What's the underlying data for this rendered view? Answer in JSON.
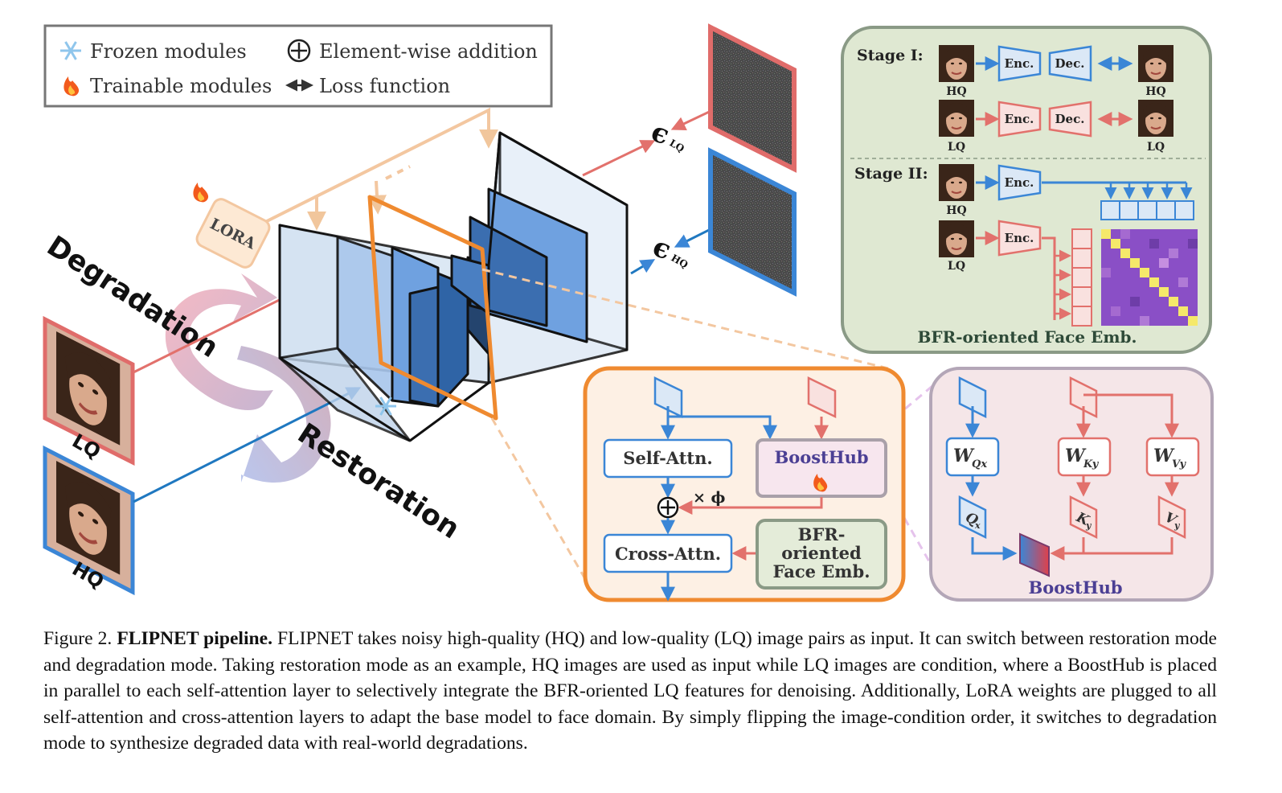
{
  "legend": {
    "frozen": "Frozen modules",
    "trainable": "Trainable modules",
    "addition": "Element-wise addition",
    "loss": "Loss function"
  },
  "pipeline": {
    "lora": "LORA",
    "degradation": "Degradation",
    "restoration": "Restoration",
    "lq": "LQ",
    "hq": "HQ",
    "eps_symbol": "ϵ",
    "eps_lq_sub": "LQ",
    "eps_hq_sub": "HQ"
  },
  "stages": {
    "stage1_label": "Stage I:",
    "stage2_label": "Stage II:",
    "enc": "Enc.",
    "dec": "Dec.",
    "hq": "HQ",
    "lq": "LQ",
    "title": "BFR-oriented Face Emb."
  },
  "block": {
    "self_attn": "Self-Attn.",
    "boosthub": "BoostHub",
    "times_phi": "× ϕ",
    "cross_attn": "Cross-Attn.",
    "emb_line1": "BFR-",
    "emb_line2": "oriented",
    "emb_line3": "Face Emb."
  },
  "boosthub_detail": {
    "wq": "W",
    "wq_sub": "Qx",
    "wk": "W",
    "wk_sub": "Ky",
    "wv": "W",
    "wv_sub": "Vy",
    "q": "Q",
    "q_sub": "x",
    "k": "K",
    "k_sub": "y",
    "v": "V",
    "v_sub": "y",
    "title": "BoostHub"
  },
  "caption": {
    "figure": "Figure 2.",
    "title": "FLIPNET pipeline.",
    "body": " FLIPNET takes noisy high-quality (HQ) and low-quality (LQ) image pairs as input. It can switch between restoration mode and degradation mode.  Taking restoration mode as an example, HQ images are used as input while LQ images are condition, where a BoostHub is placed in parallel to each self-attention layer to selectively integrate the BFR-oriented LQ features for denoising. Additionally, LoRA weights are plugged to all self-attention and cross-attention layers to adapt the base model to face domain. By simply flipping the image-condition order, it switches to degradation mode to synthesize degraded data with real-world degradations."
  },
  "colors": {
    "blue": "#3b86d6",
    "red": "#e2716c",
    "orange": "#ef8a30",
    "green_panel": "#dfe8d2",
    "purple_text": "#4b3f94",
    "lora_fill": "#fde9d4"
  }
}
